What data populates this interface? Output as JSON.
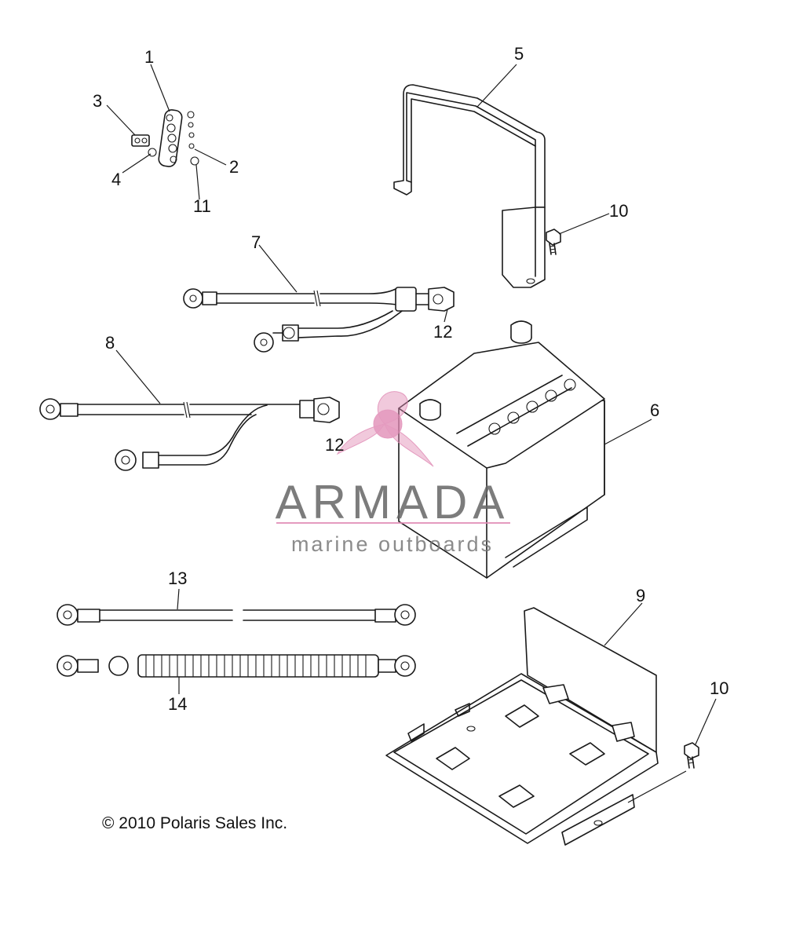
{
  "callouts": {
    "c1": "1",
    "c2": "2",
    "c3": "3",
    "c4": "4",
    "c5": "5",
    "c6": "6",
    "c7": "7",
    "c8": "8",
    "c9": "9",
    "c10a": "10",
    "c10b": "10",
    "c11": "11",
    "c12a": "12",
    "c12b": "12",
    "c13": "13",
    "c14": "14"
  },
  "copyright": "© 2010 Polaris Sales Inc.",
  "watermark": {
    "title": "ARMADA",
    "subtitle": "marine outboards",
    "accent_color": "#e08ab4",
    "text_color": "#666666"
  }
}
